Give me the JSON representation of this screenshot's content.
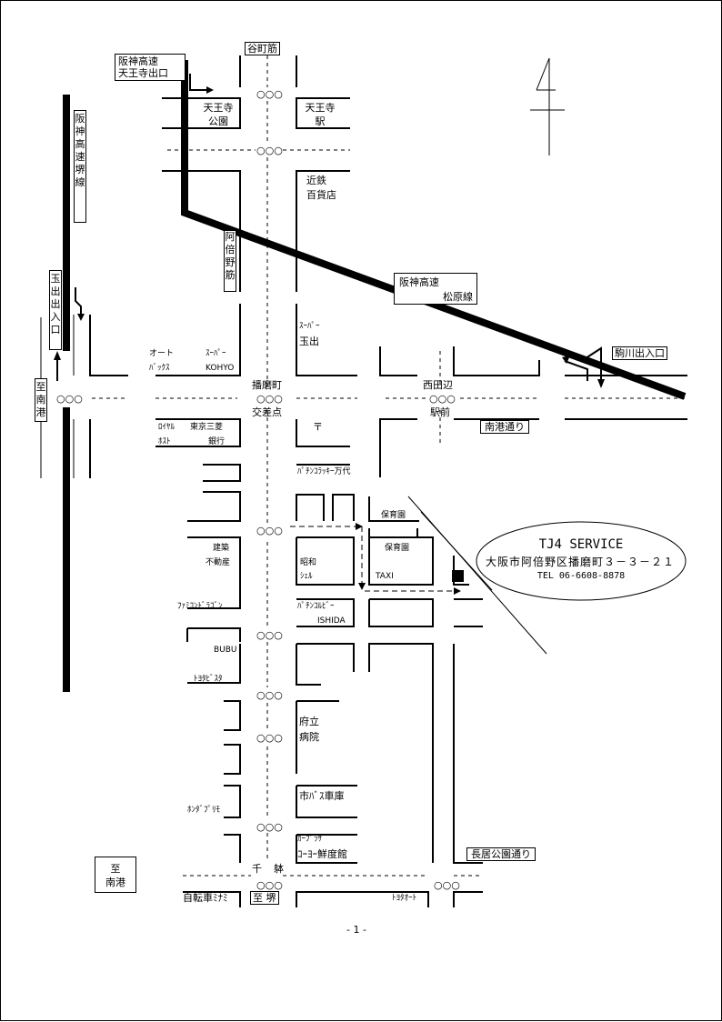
{
  "streets": {
    "tanimachi": "谷町筋",
    "abeno": "阿倍野筋",
    "nanko_dori": "南港通り",
    "nagai_koen_dori": "長居公園通り"
  },
  "expressways": {
    "tennoji_exit": "阪神高速\n天王寺出口",
    "sakai_line": "阪神高速堺線",
    "matsubara_line_1": "阪神高速",
    "matsubara_line_2": "松原線",
    "tamade_entrance": "玉出出入口",
    "komagawa_entrance": "駒川出入口"
  },
  "directions": {
    "to_nanko_left": "至南港",
    "to_nanko_bottom": "至\n南港",
    "to_sakai": "至 堺"
  },
  "intersections": {
    "harima": "播磨町",
    "kousaten": "交差点",
    "nishitanabe": "西田辺",
    "ekimae": "駅前",
    "senbon": "千",
    "senbon2": "躰"
  },
  "landmarks": {
    "tennoji_park": "天王寺\n公園",
    "tennoji_station": "天王寺\n駅",
    "kintetsu": "近鉄\n百貨店",
    "super_tamade_1": "ｽｰﾊﾟｰ",
    "super_tamade_2": "玉出",
    "auto_backs_1": "オート",
    "auto_backs_2": "ﾊﾞｯｸｽ",
    "super_kohyo_1": "ｽｰﾊﾟｰ",
    "super_kohyo_2": "KOHYO",
    "royal_host_1": "ﾛｲﾔﾙ",
    "royal_host_2": "ﾎｽﾄ",
    "tokyo_mitsubishi_1": "東京三菱",
    "tokyo_mitsubishi_2": "銀行",
    "post": "〒",
    "pachinko_banyo": "ﾊﾟﾁﾝｺﾗｯｷｰ万代",
    "nursery_1": "保育園",
    "nursery_2": "保育園",
    "kenchiku_1": "建築",
    "kenchiku_2": "不動産",
    "showa_1": "昭和",
    "showa_2": "ｼｪﾙ",
    "taxi": "TAXI",
    "famicom": "ﾌｧﾐｺﾝﾄﾞﾗｺﾞﾝ",
    "pachinko_ishida_1": "ﾊﾟﾁﾝｺﾙﾋﾞｰ",
    "pachinko_ishida_2": "ISHIDA",
    "bubu": "BUBU",
    "toyota_vista": "ﾄﾖﾀﾋﾞｽﾀ",
    "hospital_1": "府立",
    "hospital_2": "病院",
    "bus_depot": "市ﾊﾞｽ車庫",
    "honda_primo": "ﾎﾝﾀﾞﾌﾟﾘﾓ",
    "car_plaza_1": "ｶｰﾌﾟﾗｻﾞ",
    "car_plaza_2": "ｺｰﾖｰ鮮度館",
    "bicycle": "自転車ﾐﾅﾐ",
    "toyota_auto": "ﾄﾖﾀｵｰﾄ"
  },
  "company": {
    "name": "TJ4 SERVICE",
    "address": "大阪市阿倍野区播磨町３－３－２１",
    "tel": "TEL 06-6608-8878"
  },
  "signal_mark": "○○○",
  "page_number": "- 1 -"
}
